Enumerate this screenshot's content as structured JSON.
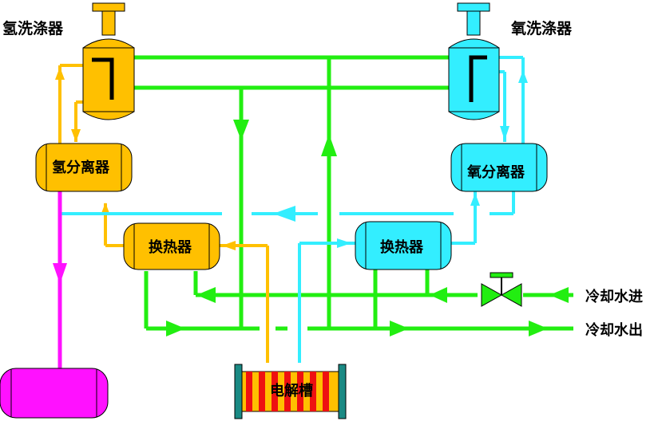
{
  "labels": {
    "h2_scrubber": "氢洗涤器",
    "o2_scrubber": "氧洗涤器",
    "h2_separator": "氢分离器",
    "o2_separator": "氧分离器",
    "hx_left": "换热器",
    "hx_right": "换热器",
    "cooling_in": "冷却水进",
    "cooling_out": "冷却水出",
    "electrolyzer": "电解槽"
  },
  "colors": {
    "green": "#22ee11",
    "yellow": "#ffc000",
    "cyan": "#33eeff",
    "magenta": "#ff11ff",
    "red": "#ee1111",
    "teal": "#1a8a84",
    "dark": "#0d0d0d"
  }
}
